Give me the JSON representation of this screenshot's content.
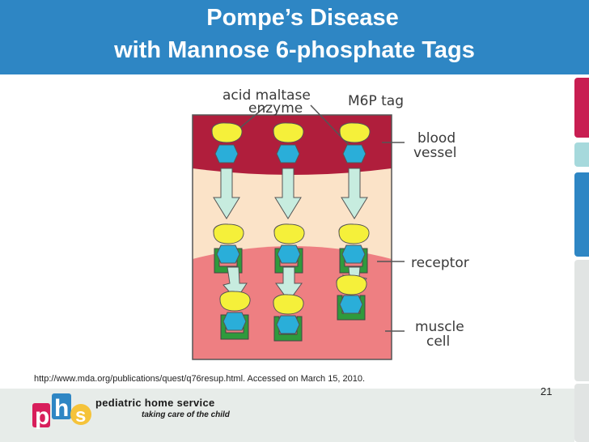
{
  "slide": {
    "title_line1": "Pompe’s Disease",
    "title_line2": "with Mannose 6-phosphate Tags",
    "citation": "http://www.mda.org/publications/quest/q76resup.html. Accessed on March 15, 2010.",
    "page_number": "21"
  },
  "diagram": {
    "labels": {
      "acid_maltase_1": "acid maltase",
      "acid_maltase_2": "enzyme",
      "m6p_tag": "M6P tag",
      "blood_1": "blood",
      "blood_2": "vessel",
      "receptor": "receptor",
      "muscle_1": "muscle",
      "muscle_2": "cell"
    }
  },
  "logo": {
    "letters": "phs",
    "main_text": "pediatric home service",
    "tagline": "taking care of the child"
  },
  "colors": {
    "header": "#2e86c4",
    "blood": "#b01e3c",
    "interstitial": "#fbe3c8",
    "muscle": "#ee7f82",
    "enzyme": "#f5f03a",
    "tag": "#2aaed9",
    "receptor": "#2f9a3c",
    "arrow": "#c7ecdf"
  }
}
